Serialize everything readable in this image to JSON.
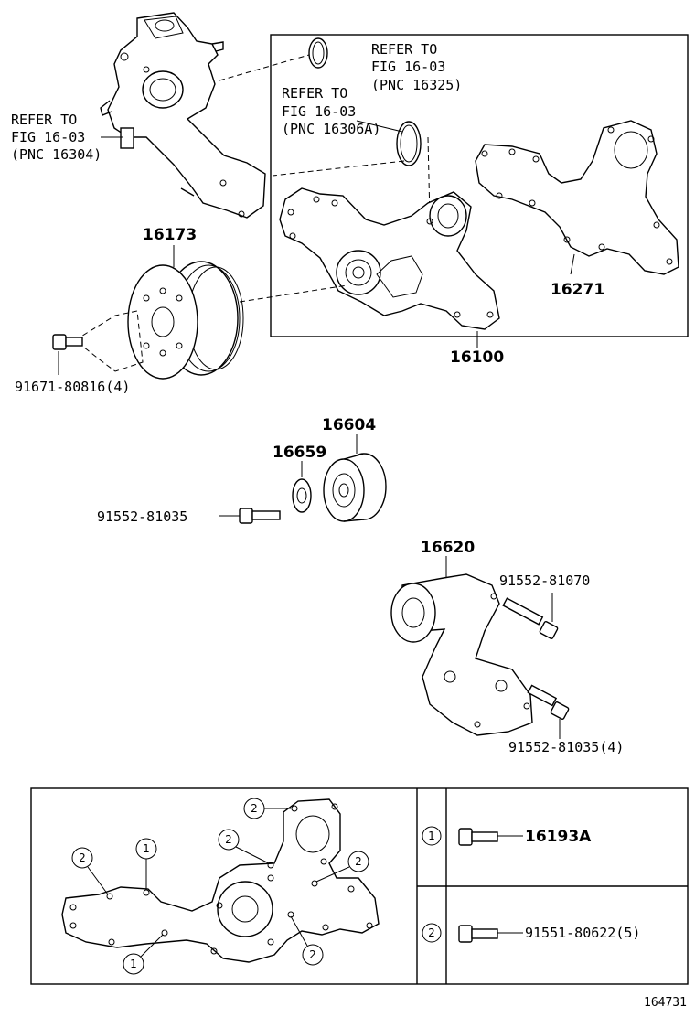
{
  "refs": {
    "top_left": [
      "REFER TO",
      "FIG 16-03",
      "(PNC 16304)"
    ],
    "middle": [
      "REFER TO",
      "FIG 16-03",
      "(PNC 16306A)"
    ],
    "top_right": [
      "REFER TO",
      "FIG 16-03",
      "(PNC 16325)"
    ]
  },
  "parts": {
    "p16173": "16173",
    "p91671": "91671-80816(4)",
    "p16271": "16271",
    "p16100": "16100",
    "p16604": "16604",
    "p16659": "16659",
    "p91552a": "91552-81035",
    "p16620": "16620",
    "p91552b": "91552-81070",
    "p91552c": "91552-81035(4)"
  },
  "legend": {
    "rows": [
      {
        "marker": "1",
        "part": "16193A"
      },
      {
        "marker": "2",
        "part": "91551-80622(5)"
      }
    ]
  },
  "markers": [
    "2",
    "1",
    "2",
    "2",
    "2",
    "1",
    "2"
  ],
  "figure_id": "164731"
}
